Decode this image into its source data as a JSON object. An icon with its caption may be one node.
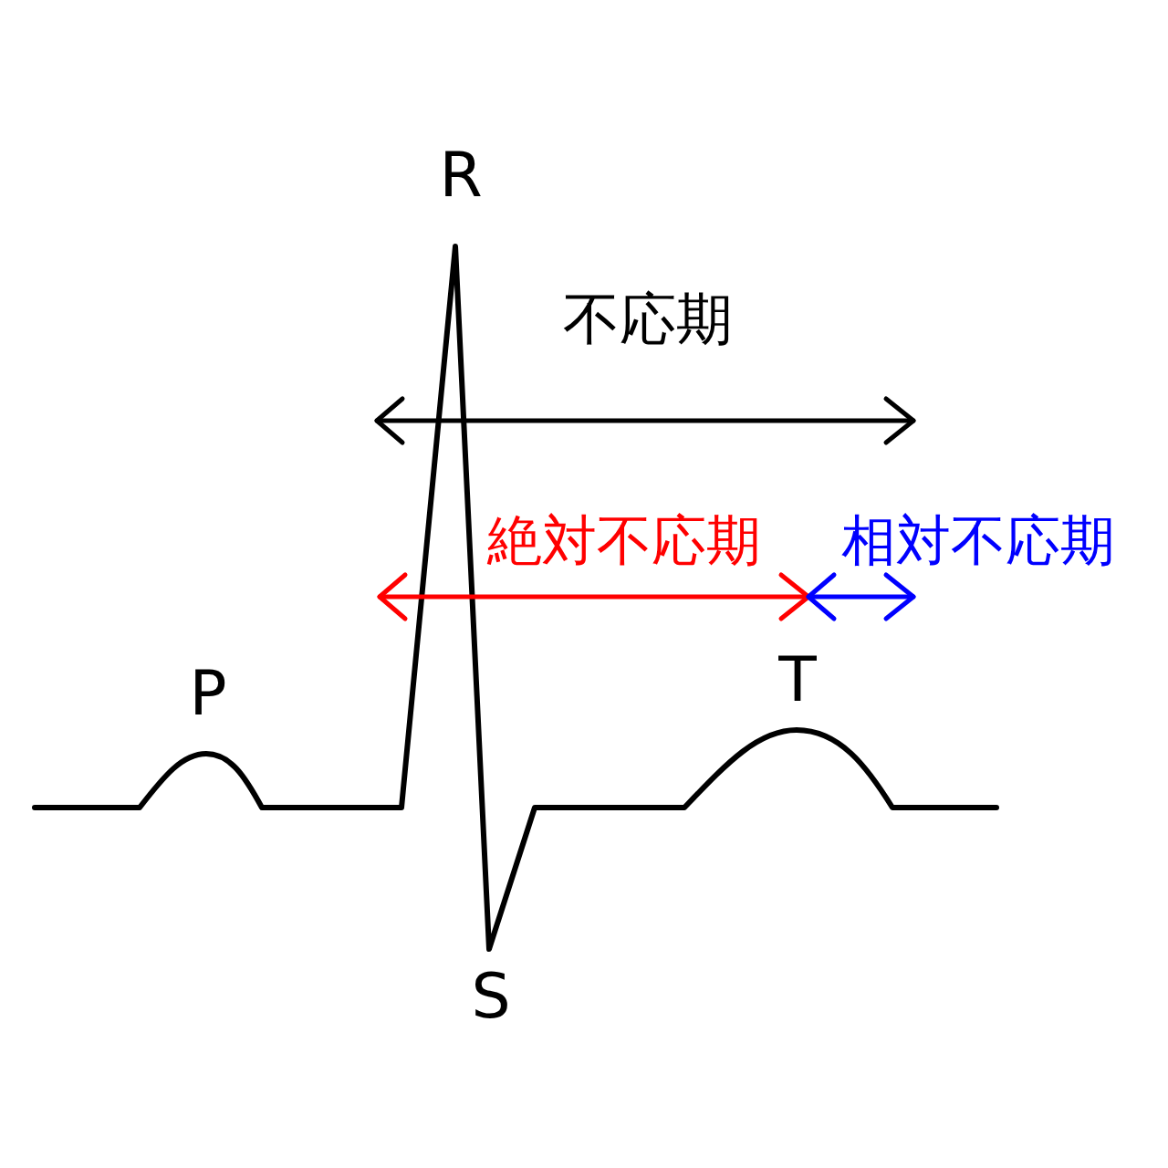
{
  "diagram": {
    "labels": [
      "R",
      "不応期",
      "絶対不応期",
      "相対不応期",
      "P",
      "T",
      "S"
    ]
  }
}
